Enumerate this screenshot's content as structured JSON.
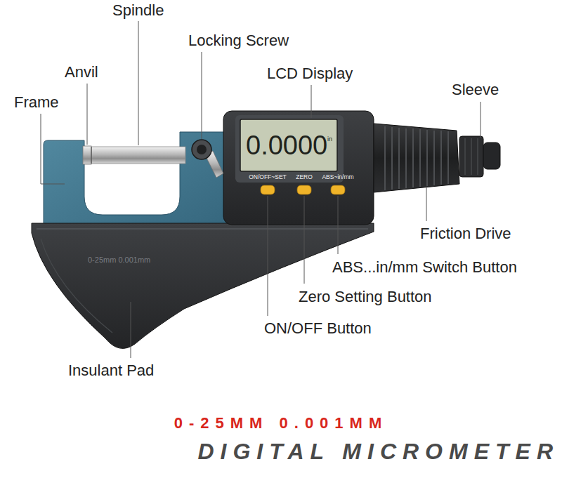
{
  "diagram": {
    "title": "DIGITAL MICROMETER",
    "labels": [
      "Spindle",
      "Locking Screw",
      "Anvil",
      "LCD Display",
      "Frame",
      "Sleeve",
      "0.0000",
      "in",
      "ON/OFF~SET",
      "ZERO",
      "ABS~in/mm",
      "Friction Drive",
      "ABS...in/mm Switch Button",
      "Zero Setting Button",
      "ON/OFF Button",
      "0-25mm 0.001mm",
      "Insulant Pad",
      "0-25MM 0.001MM"
    ]
  }
}
